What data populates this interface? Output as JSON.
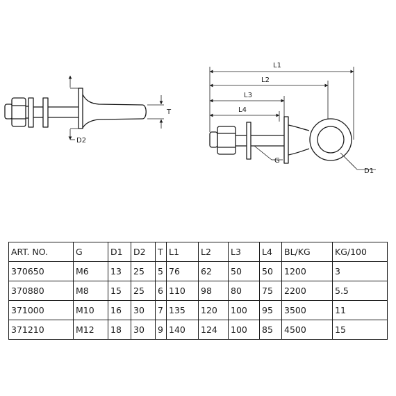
{
  "drawing": {
    "left_view_labels": {
      "t": "T",
      "d2": "D2"
    },
    "right_view_labels": {
      "l1": "L1",
      "l2": "L2",
      "l3": "L3",
      "l4": "L4",
      "g": "G",
      "d1": "D1"
    },
    "line_color": "#1a1a1a"
  },
  "table": {
    "headers": [
      "ART. NO.",
      "G",
      "D1",
      "D2",
      "T",
      "L1",
      "L2",
      "L3",
      "L4",
      "BL/KG",
      "KG/100"
    ],
    "rows": [
      [
        "370650",
        "M6",
        "13",
        "25",
        "5",
        "76",
        "62",
        "50",
        "50",
        "1200",
        "3"
      ],
      [
        "370880",
        "M8",
        "15",
        "25",
        "6",
        "110",
        "98",
        "80",
        "75",
        "2200",
        "5.5"
      ],
      [
        "371000",
        "M10",
        "16",
        "30",
        "7",
        "135",
        "120",
        "100",
        "95",
        "3500",
        "11"
      ],
      [
        "371210",
        "M12",
        "18",
        "30",
        "9",
        "140",
        "124",
        "100",
        "85",
        "4500",
        "15"
      ]
    ]
  }
}
